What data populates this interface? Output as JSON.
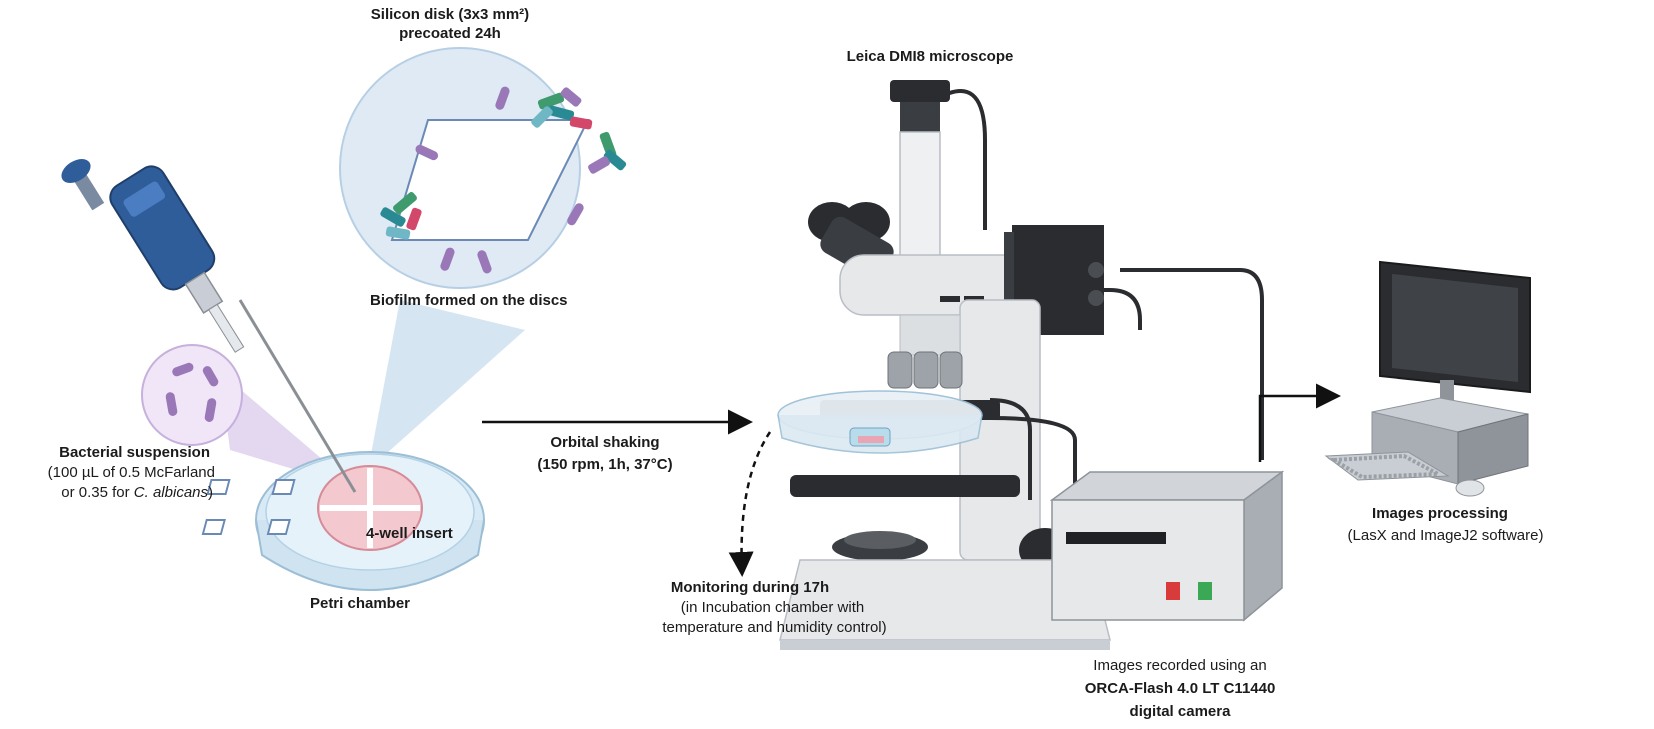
{
  "labels": {
    "silicon_line1": "Silicon disk (3x3 mm²)",
    "silicon_line2": "precoated 24h",
    "biofilm": "Biofilm formed on the discs",
    "bacterial_title": "Bacterial suspension",
    "bacterial_line1": "(100 µL of 0.5 McFarland",
    "bacterial_line2_prefix": "or 0.35 for ",
    "bacterial_line2_italic": "C. albicans",
    "bacterial_line2_suffix": ")",
    "well_insert": "4-well insert",
    "petri": "Petri chamber",
    "orbital_title": "Orbital shaking",
    "orbital_detail": "(150 rpm, 1h, 37°C)",
    "microscope": "Leica DMI8 microscope",
    "monitoring_title": "Monitoring during 17h",
    "monitoring_line1": "(in Incubation chamber with",
    "monitoring_line2": "temperature and humidity control)",
    "camera_line1": "Images recorded using an",
    "camera_line2": "ORCA-Flash 4.0 LT C11440",
    "camera_line3": "digital camera",
    "processing_title": "Images processing",
    "processing_detail": "(LasX and ImageJ2 software)"
  },
  "colors": {
    "pipette_blue": "#2f5d9a",
    "bacteria_purple": "#9a78b8",
    "biofilm_green": "#3f9a6e",
    "biofilm_teal": "#2a8a94",
    "microscope_body": "#e6e8ea",
    "microscope_dark": "#2a2c30",
    "zoom_fill": "#dfeaf5",
    "button_red": "#d93a3a",
    "button_green": "#3aa855"
  },
  "icons": [
    "pipette-icon",
    "petri-dish-icon",
    "bacteria-zoom-icon",
    "silicon-disk-zoom-icon",
    "microscope-icon",
    "camera-controller-icon",
    "computer-icon"
  ]
}
